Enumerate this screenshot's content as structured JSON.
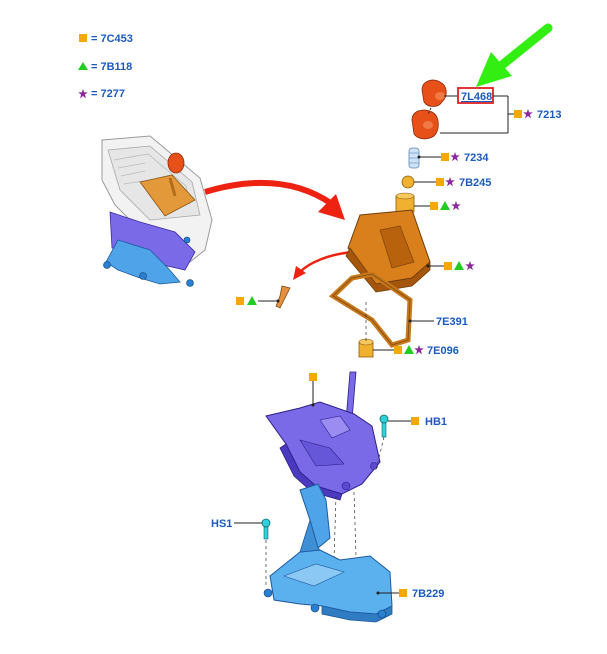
{
  "legend": [
    {
      "symbol": "square",
      "text": "= 7C453"
    },
    {
      "symbol": "triangle",
      "text": "= 7B118"
    },
    {
      "symbol": "star",
      "text": "= 7277"
    }
  ],
  "callouts": {
    "c7L468": "7L468",
    "c7213": "7213",
    "c7234": "7234",
    "c7B245": "7B245",
    "c7E391": "7E391",
    "c7E096": "7E096",
    "cHB1": "HB1",
    "cHS1": "HS1",
    "c7B229": "7B229"
  },
  "colors": {
    "label": "#1a5bbf",
    "square": "#f5a800",
    "triangle": "#22cc22",
    "star": "#8a2a9a",
    "highlight_box": "#e02020",
    "pointer_arrow": "#33ee11",
    "red_arrow": "#ee2211",
    "knob": "#e8501a",
    "boot": "#d9801c",
    "shifter": "#7a6ae8",
    "bracket": "#4fa3e8"
  }
}
